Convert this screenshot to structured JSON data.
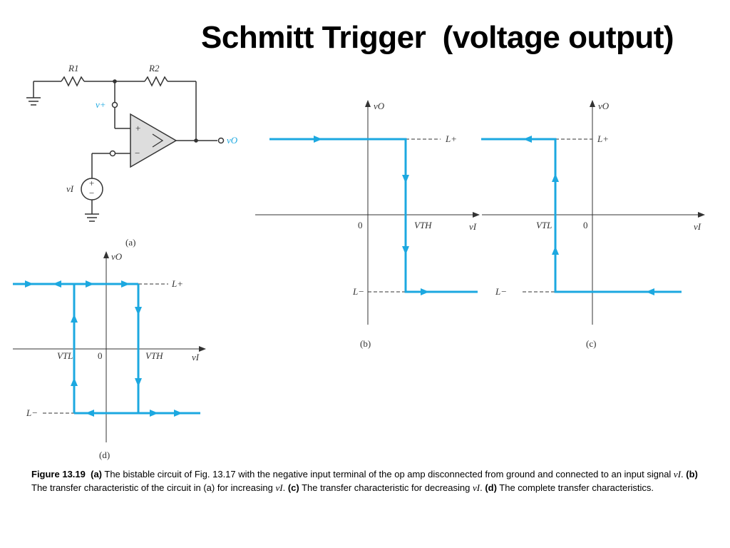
{
  "title": "Schmitt Trigger  (voltage output)",
  "colors": {
    "trace": "#1ca8e0",
    "ink": "#333333",
    "background": "#ffffff"
  },
  "circuit": {
    "r1": "R1",
    "r2": "R2",
    "v_plus": "v+",
    "v_o": "vO",
    "v_i": "vI",
    "plus_sign": "+",
    "minus_sign": "−",
    "caption": "(a)"
  },
  "plots": {
    "b": {
      "caption": "(b)",
      "v_o": "vO",
      "v_i": "vI",
      "l_plus": "L+",
      "l_minus": "L−",
      "zero": "0",
      "threshold": "VTH"
    },
    "c": {
      "caption": "(c)",
      "v_o": "vO",
      "v_i": "vI",
      "l_plus": "L+",
      "l_minus": "L−",
      "zero": "0",
      "threshold": "VTL"
    },
    "d": {
      "caption": "(d)",
      "v_o": "vO",
      "v_i": "vI",
      "l_plus": "L+",
      "l_minus": "L−",
      "zero": "0",
      "vtl": "VTL",
      "vth": "VTH"
    }
  },
  "figure_caption": {
    "fig_label": "Figure 13.19",
    "a_label": "(a)",
    "a_text": " The bistable circuit of Fig. 13.17 with the negative input terminal of the op amp disconnected from ground and connected to an input signal ",
    "vi1": "vI",
    "b_label": "(b)",
    "b_text": " The transfer characteristic of the circuit in (a) for increasing ",
    "vi2": "vI",
    "c_label": "(c)",
    "c_text": " The transfer characteristic for decreasing ",
    "vi3": "vI",
    "d_label": "(d)",
    "d_text": " The complete transfer characteristics."
  }
}
